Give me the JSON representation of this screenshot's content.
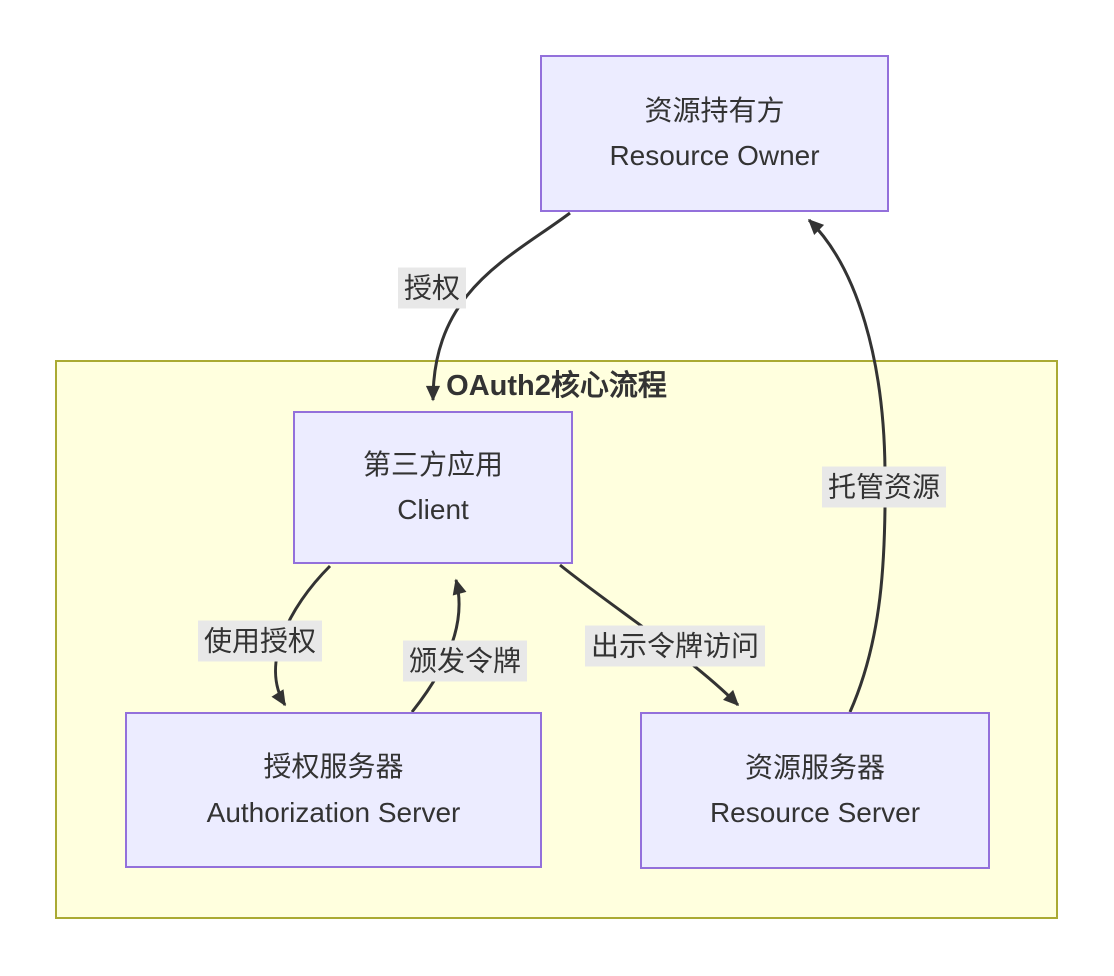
{
  "diagram": {
    "type": "flowchart",
    "subgraph": {
      "title": "OAuth2核心流程"
    },
    "nodes": {
      "resource_owner": {
        "line1": "资源持有方",
        "line2": "Resource Owner"
      },
      "client": {
        "line1": "第三方应用",
        "line2": "Client"
      },
      "authorization_server": {
        "line1": "授权服务器",
        "line2": "Authorization Server"
      },
      "resource_server": {
        "line1": "资源服务器",
        "line2": "Resource Server"
      }
    },
    "edges": [
      {
        "from": "resource_owner",
        "to": "client",
        "label": "授权"
      },
      {
        "from": "client",
        "to": "authorization_server",
        "label": "使用授权"
      },
      {
        "from": "authorization_server",
        "to": "client",
        "label": "颁发令牌"
      },
      {
        "from": "client",
        "to": "resource_server",
        "label": "出示令牌访问"
      },
      {
        "from": "resource_server",
        "to": "resource_owner",
        "label": "托管资源"
      }
    ],
    "colors": {
      "node_fill": "#ECECFF",
      "node_border": "#9370DB",
      "subgraph_fill": "#FFFFDE",
      "subgraph_border": "#AAAA33",
      "edge_color": "#333333",
      "label_bg": "#E8E8E8",
      "text_color": "#333333"
    }
  }
}
